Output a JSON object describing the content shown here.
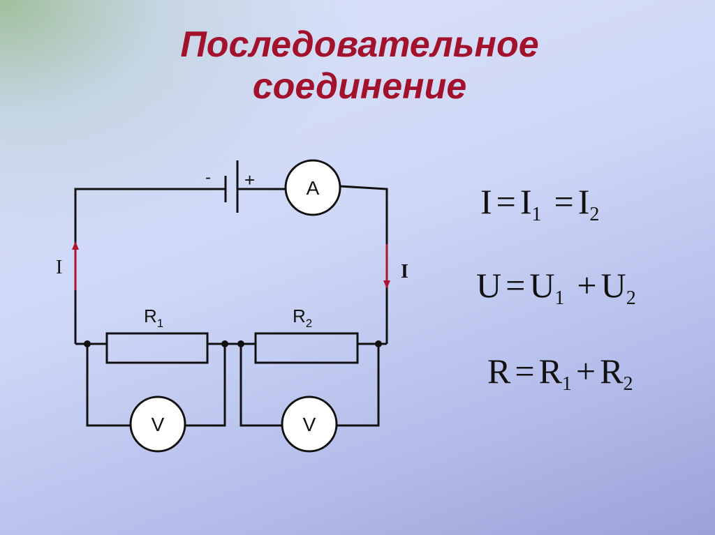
{
  "title": {
    "line1": "Последовательное",
    "line2": "соединение"
  },
  "circuit": {
    "battery_minus": "-",
    "battery_plus": "+",
    "ammeter": "A",
    "current_left": "I",
    "current_right": "I",
    "r1": {
      "base": "R",
      "sub": "1"
    },
    "r2": {
      "base": "R",
      "sub": "2"
    },
    "voltmeter_1": "V",
    "voltmeter_2": "V",
    "arrow_color": "#b0132e"
  },
  "formulas": {
    "current": {
      "lhs": "I",
      "eq1": "=",
      "t1": "I",
      "t1sub": "1",
      "eq2": "=",
      "t2": "I",
      "t2sub": "2"
    },
    "voltage": {
      "lhs": "U",
      "eq": "=",
      "t1": "U",
      "t1sub": "1",
      "op": "+",
      "t2": "U",
      "t2sub": "2"
    },
    "resistance": {
      "lhs": "R",
      "eq": "=",
      "t1": "R",
      "t1sub": "1",
      "op": "+",
      "t2": "R",
      "t2sub": "2"
    }
  }
}
